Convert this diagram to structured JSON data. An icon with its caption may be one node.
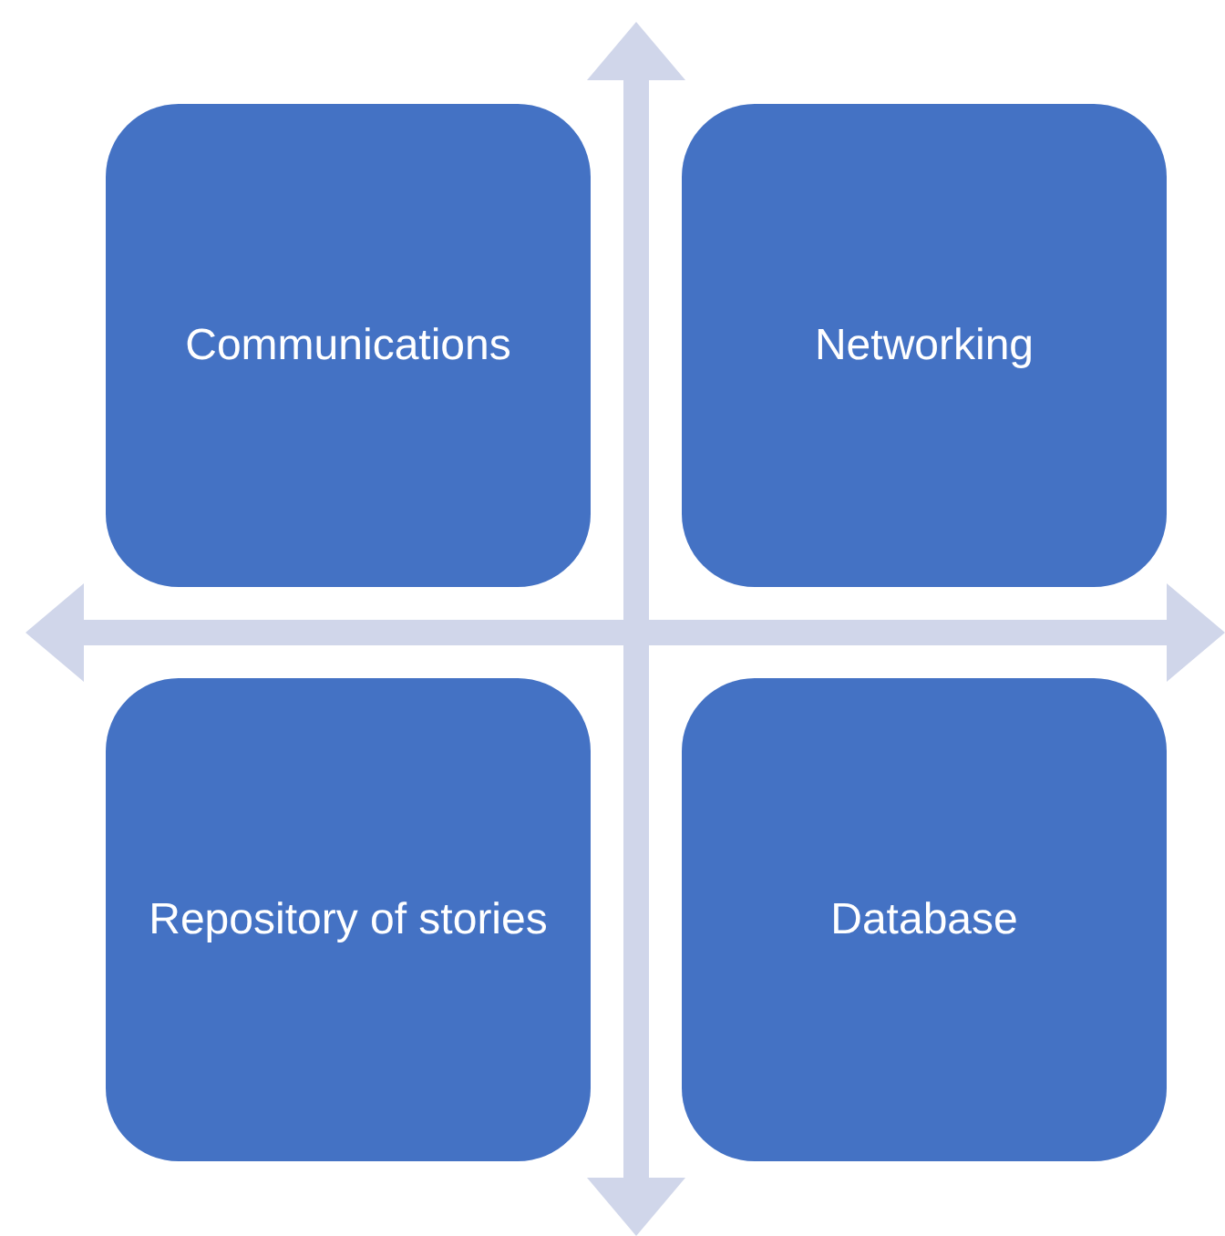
{
  "diagram": {
    "nodes": [
      {
        "text": [
          "Communications"
        ]
      },
      {
        "text": [
          "Networking"
        ]
      },
      {
        "text": [
          "Repository of stories"
        ]
      },
      {
        "text": [
          "Database"
        ]
      }
    ]
  }
}
